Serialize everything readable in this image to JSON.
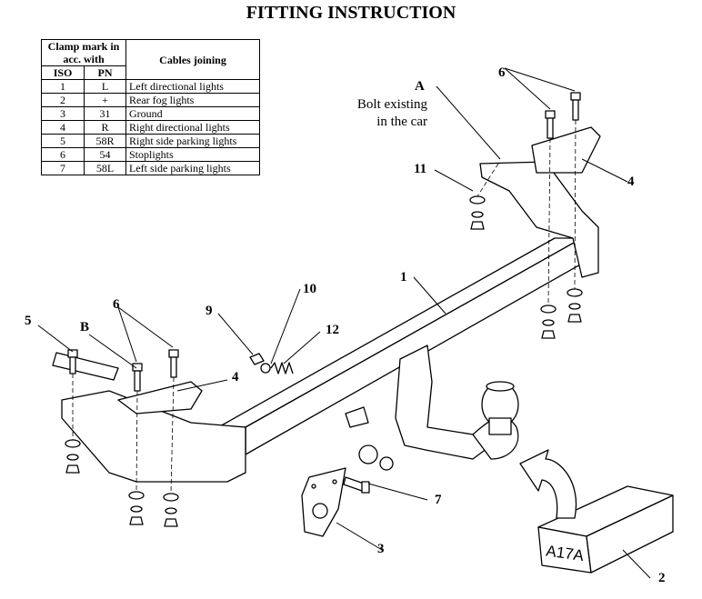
{
  "title": "FITTING INSTRUCTION",
  "table": {
    "header_clamp": "Clamp mark in acc. with",
    "header_iso": "ISO",
    "header_pn": "PN",
    "header_cables": "Cables joining",
    "rows": [
      {
        "iso": "1",
        "pn": "L",
        "desc": "Left directional lights"
      },
      {
        "iso": "2",
        "pn": "+",
        "desc": "Rear fog lights"
      },
      {
        "iso": "3",
        "pn": "31",
        "desc": "Ground"
      },
      {
        "iso": "4",
        "pn": "R",
        "desc": "Right directional lights"
      },
      {
        "iso": "5",
        "pn": "58R",
        "desc": "Right side parking lights"
      },
      {
        "iso": "6",
        "pn": "54",
        "desc": "Stoplights"
      },
      {
        "iso": "7",
        "pn": "58L",
        "desc": "Left side parking lights"
      }
    ]
  },
  "note": {
    "letter": "A",
    "line1": "Bolt existing",
    "line2": "in the car"
  },
  "labels": {
    "l1": "1",
    "l2": "2",
    "l3": "3",
    "l4a": "4",
    "l4b": "4",
    "l5": "5",
    "l6a": "6",
    "l6b": "6",
    "l7": "7",
    "l9": "9",
    "l10": "10",
    "l11": "11",
    "l12": "12",
    "lB": "B"
  },
  "box_code": "A17A"
}
